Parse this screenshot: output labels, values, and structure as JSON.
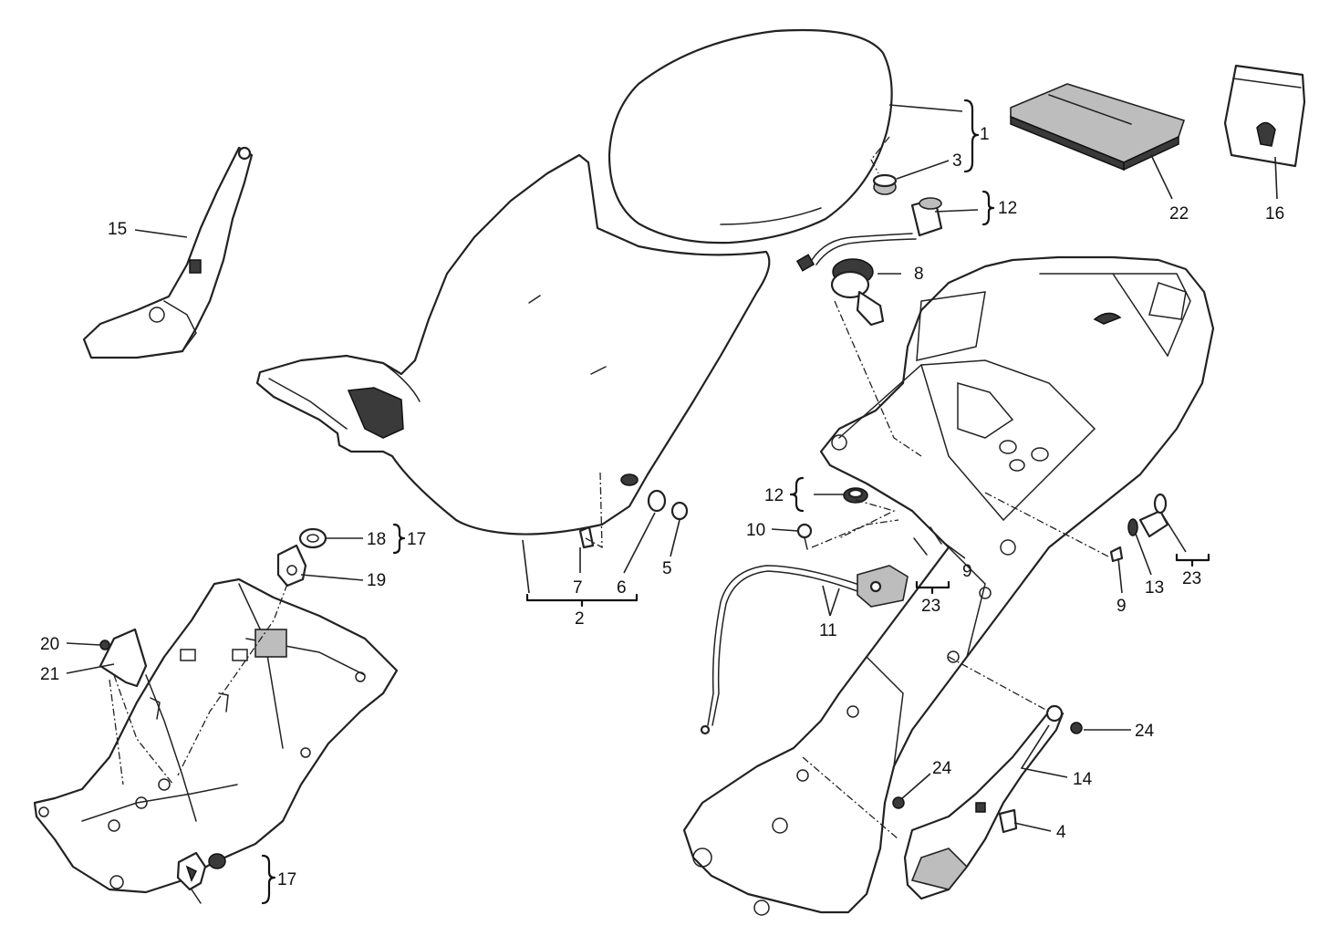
{
  "diagram": {
    "callouts": {
      "c1": "1",
      "c2": "2",
      "c3": "3",
      "c4": "4",
      "c5": "5",
      "c6": "6",
      "c7": "7",
      "c8": "8",
      "c9a": "9",
      "c9b": "9",
      "c10": "10",
      "c11": "11",
      "c12a": "12",
      "c12b": "12",
      "c13": "13",
      "c14": "14",
      "c15": "15",
      "c16": "16",
      "c17a": "17",
      "c17b": "17",
      "c18": "18",
      "c19": "19",
      "c20": "20",
      "c21": "21",
      "c22": "22",
      "c23a": "23",
      "c23b": "23",
      "c24a": "24",
      "c24b": "24"
    }
  }
}
